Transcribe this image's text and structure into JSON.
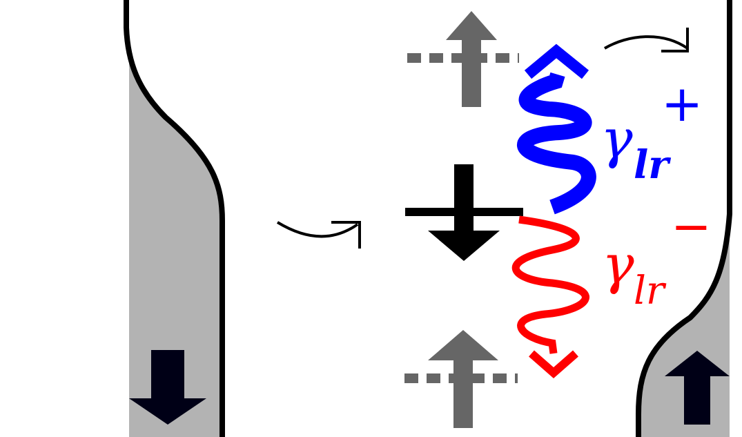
{
  "colors": {
    "lead_fill": "#b3b3b3",
    "lead_outline": "#000000",
    "lead_spin_arrow": "#000016",
    "dot_spin_arrow": "#000000",
    "ghost_spin_arrow": "#666666",
    "gamma_plus": "#0000ff",
    "gamma_minus": "#ff0000"
  },
  "labels": {
    "gamma_plus": {
      "symbol": "γ",
      "subscript": "lr",
      "superscript": "+"
    },
    "gamma_minus": {
      "symbol": "γ",
      "subscript": "lr",
      "superscript": "−"
    }
  },
  "elements": {
    "left_lead_spin": "down",
    "right_lead_spin": "up",
    "dot_spin": "down",
    "ghost_spins": [
      "up",
      "up"
    ]
  }
}
